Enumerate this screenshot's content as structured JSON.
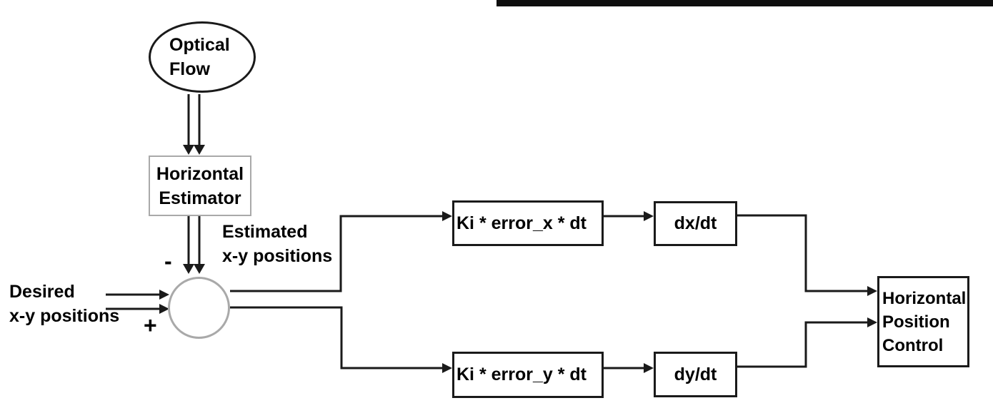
{
  "nodes": {
    "optical_flow": {
      "lines": [
        "Optical",
        "Flow"
      ]
    },
    "horizontal_estimator": {
      "lines": [
        "Horizontal",
        "Estimator"
      ]
    },
    "integrator_x": {
      "label": "Ki * error_x * dt"
    },
    "derivative_x": {
      "label": "dx/dt"
    },
    "integrator_y": {
      "label": "Ki * error_y * dt"
    },
    "derivative_y": {
      "label": "dy/dt"
    },
    "horizontal_position_control": {
      "lines": [
        "Horizontal",
        "Position",
        "Control"
      ]
    }
  },
  "labels": {
    "desired": {
      "lines": [
        "Desired",
        "x-y positions"
      ]
    },
    "estimated": {
      "lines": [
        "Estimated",
        "x-y positions"
      ]
    },
    "sum_minus": "-",
    "sum_plus": "+"
  },
  "colors": {
    "line": "#1a1a1a",
    "soft": "#a9a9a9",
    "text": "#000000",
    "topbar": "#0e0e0e",
    "bg": "#ffffff"
  }
}
